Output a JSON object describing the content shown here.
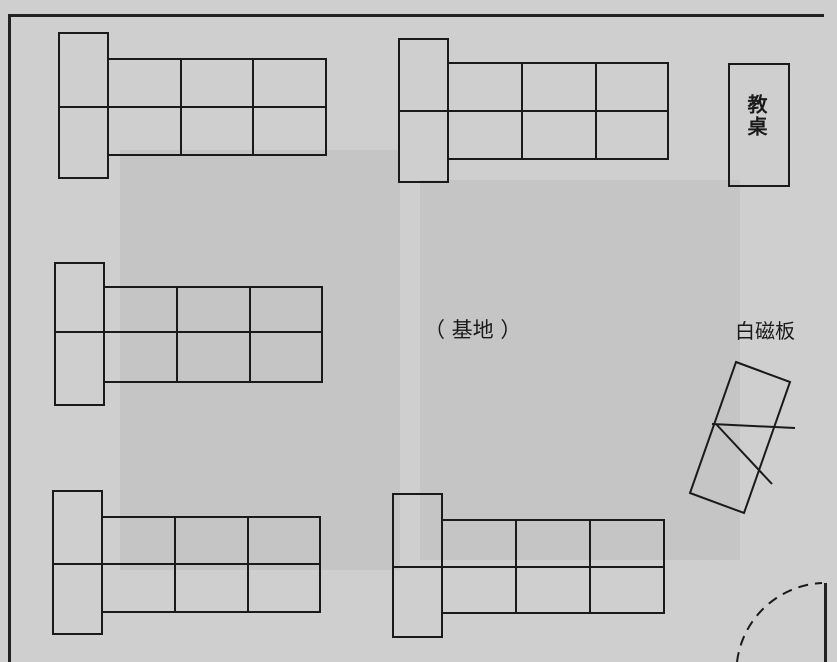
{
  "labels": {
    "teacher_desk": "教桌",
    "base": "（ 基地 ）",
    "whiteboard": "白磁板"
  },
  "colors": {
    "line": "#1a1a1a",
    "background": "#cfcfcf"
  }
}
